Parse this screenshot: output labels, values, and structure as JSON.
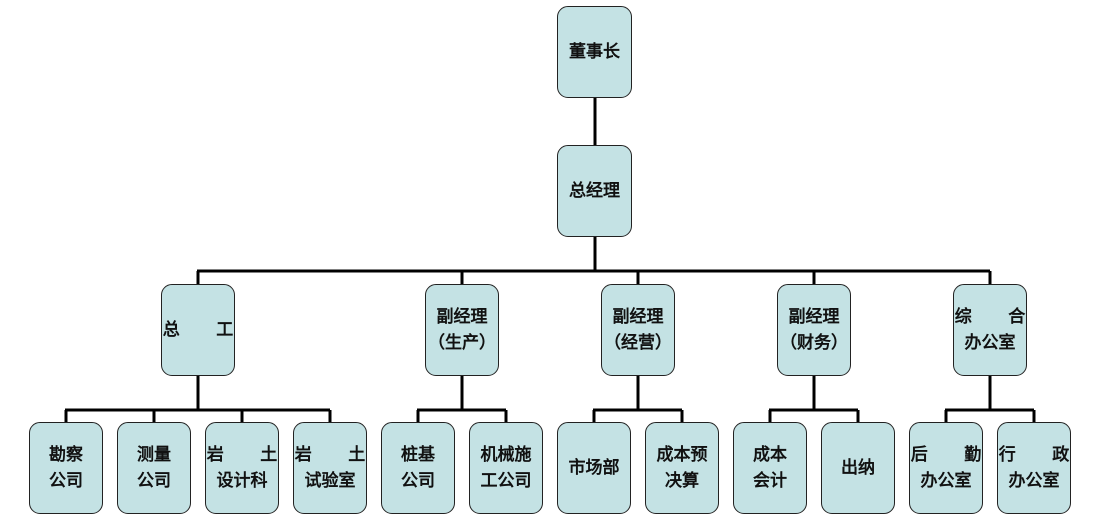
{
  "org": {
    "ceo": "董事长",
    "gm": "总经理",
    "chief_eng": "总  工",
    "vp_prod": {
      "l1": "副经理",
      "l2": "（生产）"
    },
    "vp_ops": {
      "l1": "副经理",
      "l2": "（经营）"
    },
    "vp_fin": {
      "l1": "副经理",
      "l2": "（财务）"
    },
    "gen_office": {
      "l1": "综 合",
      "l2": "办公室"
    },
    "survey_co": {
      "l1": "勘察",
      "l2": "公司"
    },
    "measure_co": {
      "l1": "测量",
      "l2": "公司"
    },
    "geo_design": {
      "l1": "岩 土",
      "l2": "设计科"
    },
    "geo_test": {
      "l1": "岩 土",
      "l2": "试验室"
    },
    "pile_co": {
      "l1": "桩基",
      "l2": "公司"
    },
    "machinery_co": {
      "l1": "机械施",
      "l2": "工公司"
    },
    "market_dept": "市场部",
    "cost_budget": {
      "l1": "成本预",
      "l2": "决算"
    },
    "cost_acct": {
      "l1": "成本",
      "l2": "会计"
    },
    "cashier": "出纳",
    "logistics_office": {
      "l1": "后 勤",
      "l2": "办公室"
    },
    "admin_office": {
      "l1": "行 政",
      "l2": "办公室"
    }
  }
}
